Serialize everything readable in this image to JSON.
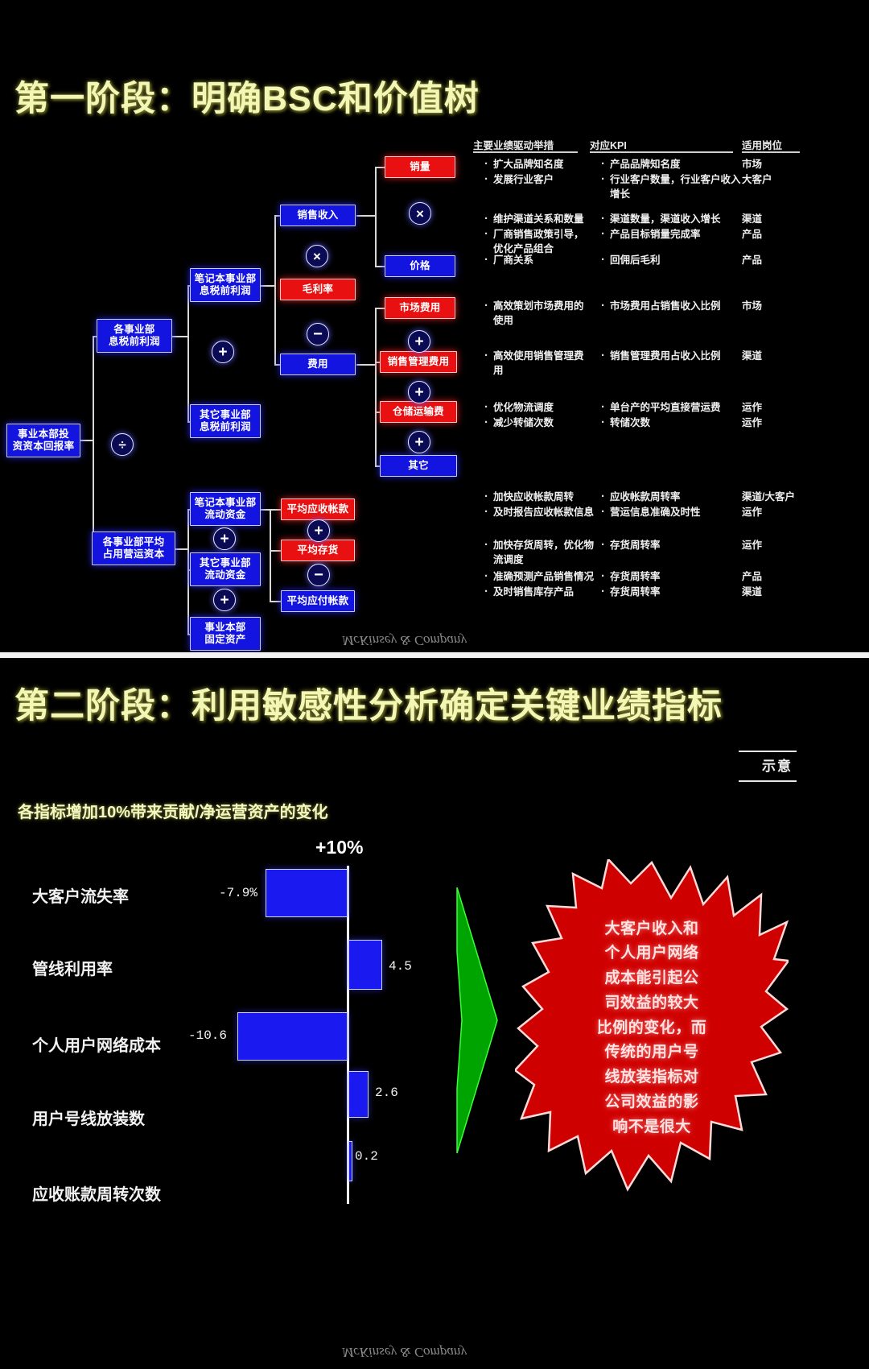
{
  "slide1": {
    "title": "第一阶段：明确BSC和价值树",
    "watermark": "McKinsey & Company",
    "nodes": {
      "root": "事业本部投\n资资本回报率",
      "ebit_all": "各事业部\n息税前利润",
      "wc_all": "各事业部平均\n占用营运资本",
      "ebit_nb": "笔记本事业部\n息税前利润",
      "ebit_other": "其它事业部\n息税前利润",
      "wc_nb": "笔记本事业部\n流动资金",
      "wc_other": "其它事业部\n流动资金",
      "fixed_assets": "事业本部\n固定资产",
      "revenue": "销售收入",
      "gross_margin": "毛利率",
      "expense": "费用",
      "volume": "销量",
      "price": "价格",
      "market_cost": "市场费用",
      "sales_admin_cost": "销售管理费用",
      "warehouse_cost": "仓储运输费",
      "other_cost": "其它",
      "avg_receivable": "平均应收帐款",
      "avg_inventory": "平均存货",
      "avg_payable": "平均应付帐款"
    },
    "operators": {
      "root_div": "÷",
      "ebit_plus": "+",
      "wc_plus_1": "+",
      "wc_plus_2": "+",
      "rev_times": "×",
      "exp_minus": "−",
      "vol_times": "×",
      "mk_plus": "+",
      "sa_plus": "+",
      "wh_plus": "+",
      "rec_plus": "+",
      "pay_minus": "−"
    },
    "table": {
      "headers": [
        "主要业绩驱动举措",
        "对应KPI",
        "适用岗位"
      ],
      "rows": [
        {
          "drivers": [
            "扩大品牌知名度",
            "发展行业客户"
          ],
          "kpis": [
            "产品品牌知名度",
            "行业客户数量，行业客户收入增长"
          ],
          "roles": [
            "市场",
            "大客户"
          ]
        },
        {
          "drivers": [
            "维护渠道关系和数量",
            "厂商销售政策引导，优化产品组合"
          ],
          "kpis": [
            "渠道数量，渠道收入增长",
            "产品目标销量完成率"
          ],
          "roles": [
            "渠道",
            "产品"
          ]
        },
        {
          "drivers": [
            "厂商关系"
          ],
          "kpis": [
            "回佣后毛利"
          ],
          "roles": [
            "产品"
          ]
        },
        {
          "drivers": [
            "高效策划市场费用的使用"
          ],
          "kpis": [
            "市场费用占销售收入比例"
          ],
          "roles": [
            "市场"
          ]
        },
        {
          "drivers": [
            "高效使用销售管理费用"
          ],
          "kpis": [
            "销售管理费用占收入比例"
          ],
          "roles": [
            "渠道"
          ]
        },
        {
          "drivers": [
            "优化物流调度",
            "减少转储次数"
          ],
          "kpis": [
            "单台产的平均直接营运费",
            "转储次数"
          ],
          "roles": [
            "运作",
            "运作"
          ]
        },
        {
          "drivers": [
            "加快应收帐款周转",
            "及时报告应收帐款信息"
          ],
          "kpis": [
            "应收帐款周转率",
            "营运信息准确及时性"
          ],
          "roles": [
            "渠道/大客户",
            "运作"
          ]
        },
        {
          "drivers": [
            "加快存货周转，优化物流调度"
          ],
          "kpis": [
            "存货周转率"
          ],
          "roles": [
            "运作"
          ]
        },
        {
          "drivers": [
            "准确预测产品销售情况",
            "及时销售库存产品"
          ],
          "kpis": [
            "存货周转率",
            "存货周转率"
          ],
          "roles": [
            "产品",
            "渠道"
          ]
        }
      ]
    }
  },
  "slide2": {
    "title": "第二阶段：利用敏感性分析确定关键业绩指标",
    "note_badge": "示意",
    "watermark": "McKinsey & Company",
    "callout": [
      "大客户收入和",
      "个人用户网络",
      "成本能引起公",
      "司效益的较大",
      "比例的变化，而",
      "传统的用户号",
      "线放装指标对",
      "公司效益的影",
      "响不是很大"
    ],
    "chart_data": {
      "type": "bar",
      "orientation": "horizontal",
      "title": "各指标增加10%带来贡献/净运营资产的变化",
      "annotation": "+10%",
      "xlabel": "",
      "ylabel": "",
      "categories": [
        "大客户流失率",
        "管线利用率",
        "个人用户网络成本",
        "用户号线放装数",
        "应收账款周转次数"
      ],
      "values": [
        -7.9,
        4.5,
        -10.6,
        2.6,
        0.2
      ],
      "value_labels": [
        "-7.9%",
        "4.5",
        "-10.6",
        "2.6",
        "0.2"
      ],
      "xlim": [
        -12,
        6
      ],
      "grid": false,
      "legend": false,
      "bar_color": "#1a19f0",
      "accent_color": "#00b000"
    }
  }
}
